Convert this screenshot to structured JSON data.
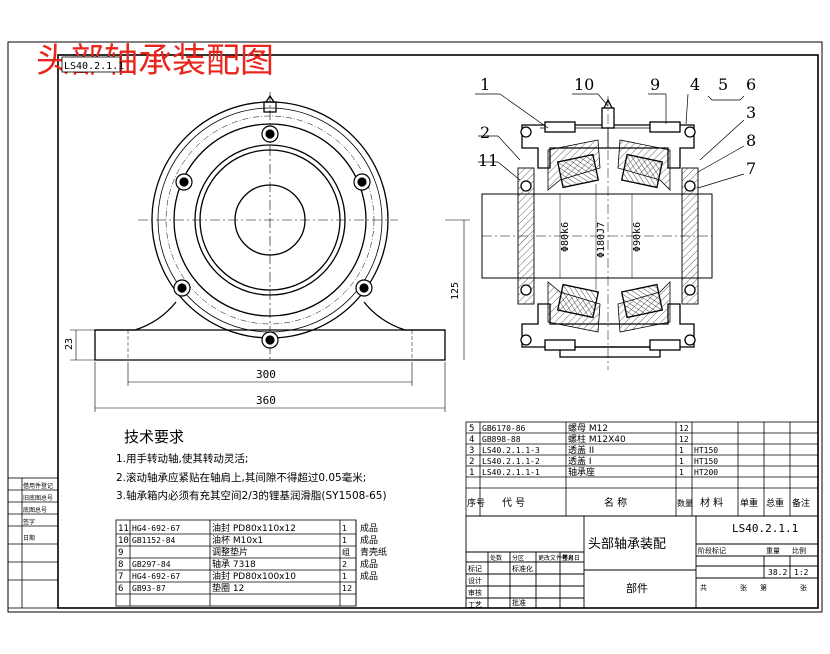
{
  "title": "头部轴承装配图",
  "drawing_code": "LS40.2.1.1",
  "balloons": [
    "1",
    "10",
    "9",
    "4",
    "5",
    "6",
    "2",
    "3",
    "8",
    "11",
    "7"
  ],
  "front_view_dims": {
    "height_125": "125",
    "base_23": "23",
    "bolt_span_300": "300",
    "base_width_360": "360"
  },
  "section_dims": {
    "d1": "Φ80k6",
    "d2": "Φ180J7",
    "d3": "Φ90k6"
  },
  "tech_requirements": {
    "heading": "技术要求",
    "items": [
      "1.用手转动轴,使其转动灵活;",
      "2.滚动轴承应紧贴在轴肩上,其间隙不得超过0.05毫米;",
      "3.轴承箱内必须有充其空间2/3的锂基润滑脂(SY1508-65)"
    ]
  },
  "bom_upper": [
    {
      "no": "5",
      "code": "GB6170-86",
      "name": "螺母 M12",
      "qty": "12",
      "material": ""
    },
    {
      "no": "4",
      "code": "GB898-88",
      "name": "螺柱 M12X40",
      "qty": "12",
      "material": ""
    },
    {
      "no": "3",
      "code": "LS40.2.1.1-3",
      "name": "透盖 II",
      "qty": "1",
      "material": "HT150"
    },
    {
      "no": "2",
      "code": "LS40.2.1.1-2",
      "name": "透盖 I",
      "qty": "1",
      "material": "HT150"
    },
    {
      "no": "1",
      "code": "LS40.2.1.1-1",
      "name": "轴承座",
      "qty": "1",
      "material": "HT200"
    }
  ],
  "bom_header": {
    "no": "序号",
    "code": "代  号",
    "name": "名  称",
    "qty": "数量",
    "material": "材  料",
    "unit_w": "单重",
    "total_w": "总重",
    "remark": "备注"
  },
  "bom_lower": [
    {
      "no": "11",
      "code": "HG4-692-67",
      "name": "油封 PD80x110x12",
      "qty": "1",
      "remark": "成品"
    },
    {
      "no": "10",
      "code": "GB1152-84",
      "name": "油杯 M10x1",
      "qty": "1",
      "remark": "成品"
    },
    {
      "no": "9",
      "code": "",
      "name": "调整垫片",
      "qty": "组",
      "remark": "青壳纸"
    },
    {
      "no": "8",
      "code": "GB297-84",
      "name": "轴承 7318",
      "qty": "2",
      "remark": "成品"
    },
    {
      "no": "7",
      "code": "HG4-692-67",
      "name": "油封 PD80x100x10",
      "qty": "1",
      "remark": "成品"
    },
    {
      "no": "6",
      "code": "GB93-87",
      "name": "垫圈 12",
      "qty": "12",
      "remark": ""
    }
  ],
  "title_block": {
    "assembly_name": "头部轴承装配",
    "subtitle": "部件",
    "code": "LS40.2.1.1",
    "weight": "38.2",
    "scale": "1:2",
    "sign_rows": [
      "标记",
      "设计",
      "审核",
      "工艺"
    ],
    "sign_cols": [
      "处数",
      "分区",
      "更改文件号",
      "签名",
      "年月日"
    ],
    "stage_labels": [
      "阶段标记",
      "重量",
      "比例"
    ],
    "sheet_labels": [
      "共",
      "张",
      "第",
      "张"
    ],
    "std_label": "标准化",
    "approve_label": "批准"
  },
  "side_block": [
    "借用件登记",
    "旧底图总号",
    "底图总号",
    "签字",
    "日期"
  ],
  "colors": {
    "title_red": "#e8261c",
    "line": "#000000"
  }
}
